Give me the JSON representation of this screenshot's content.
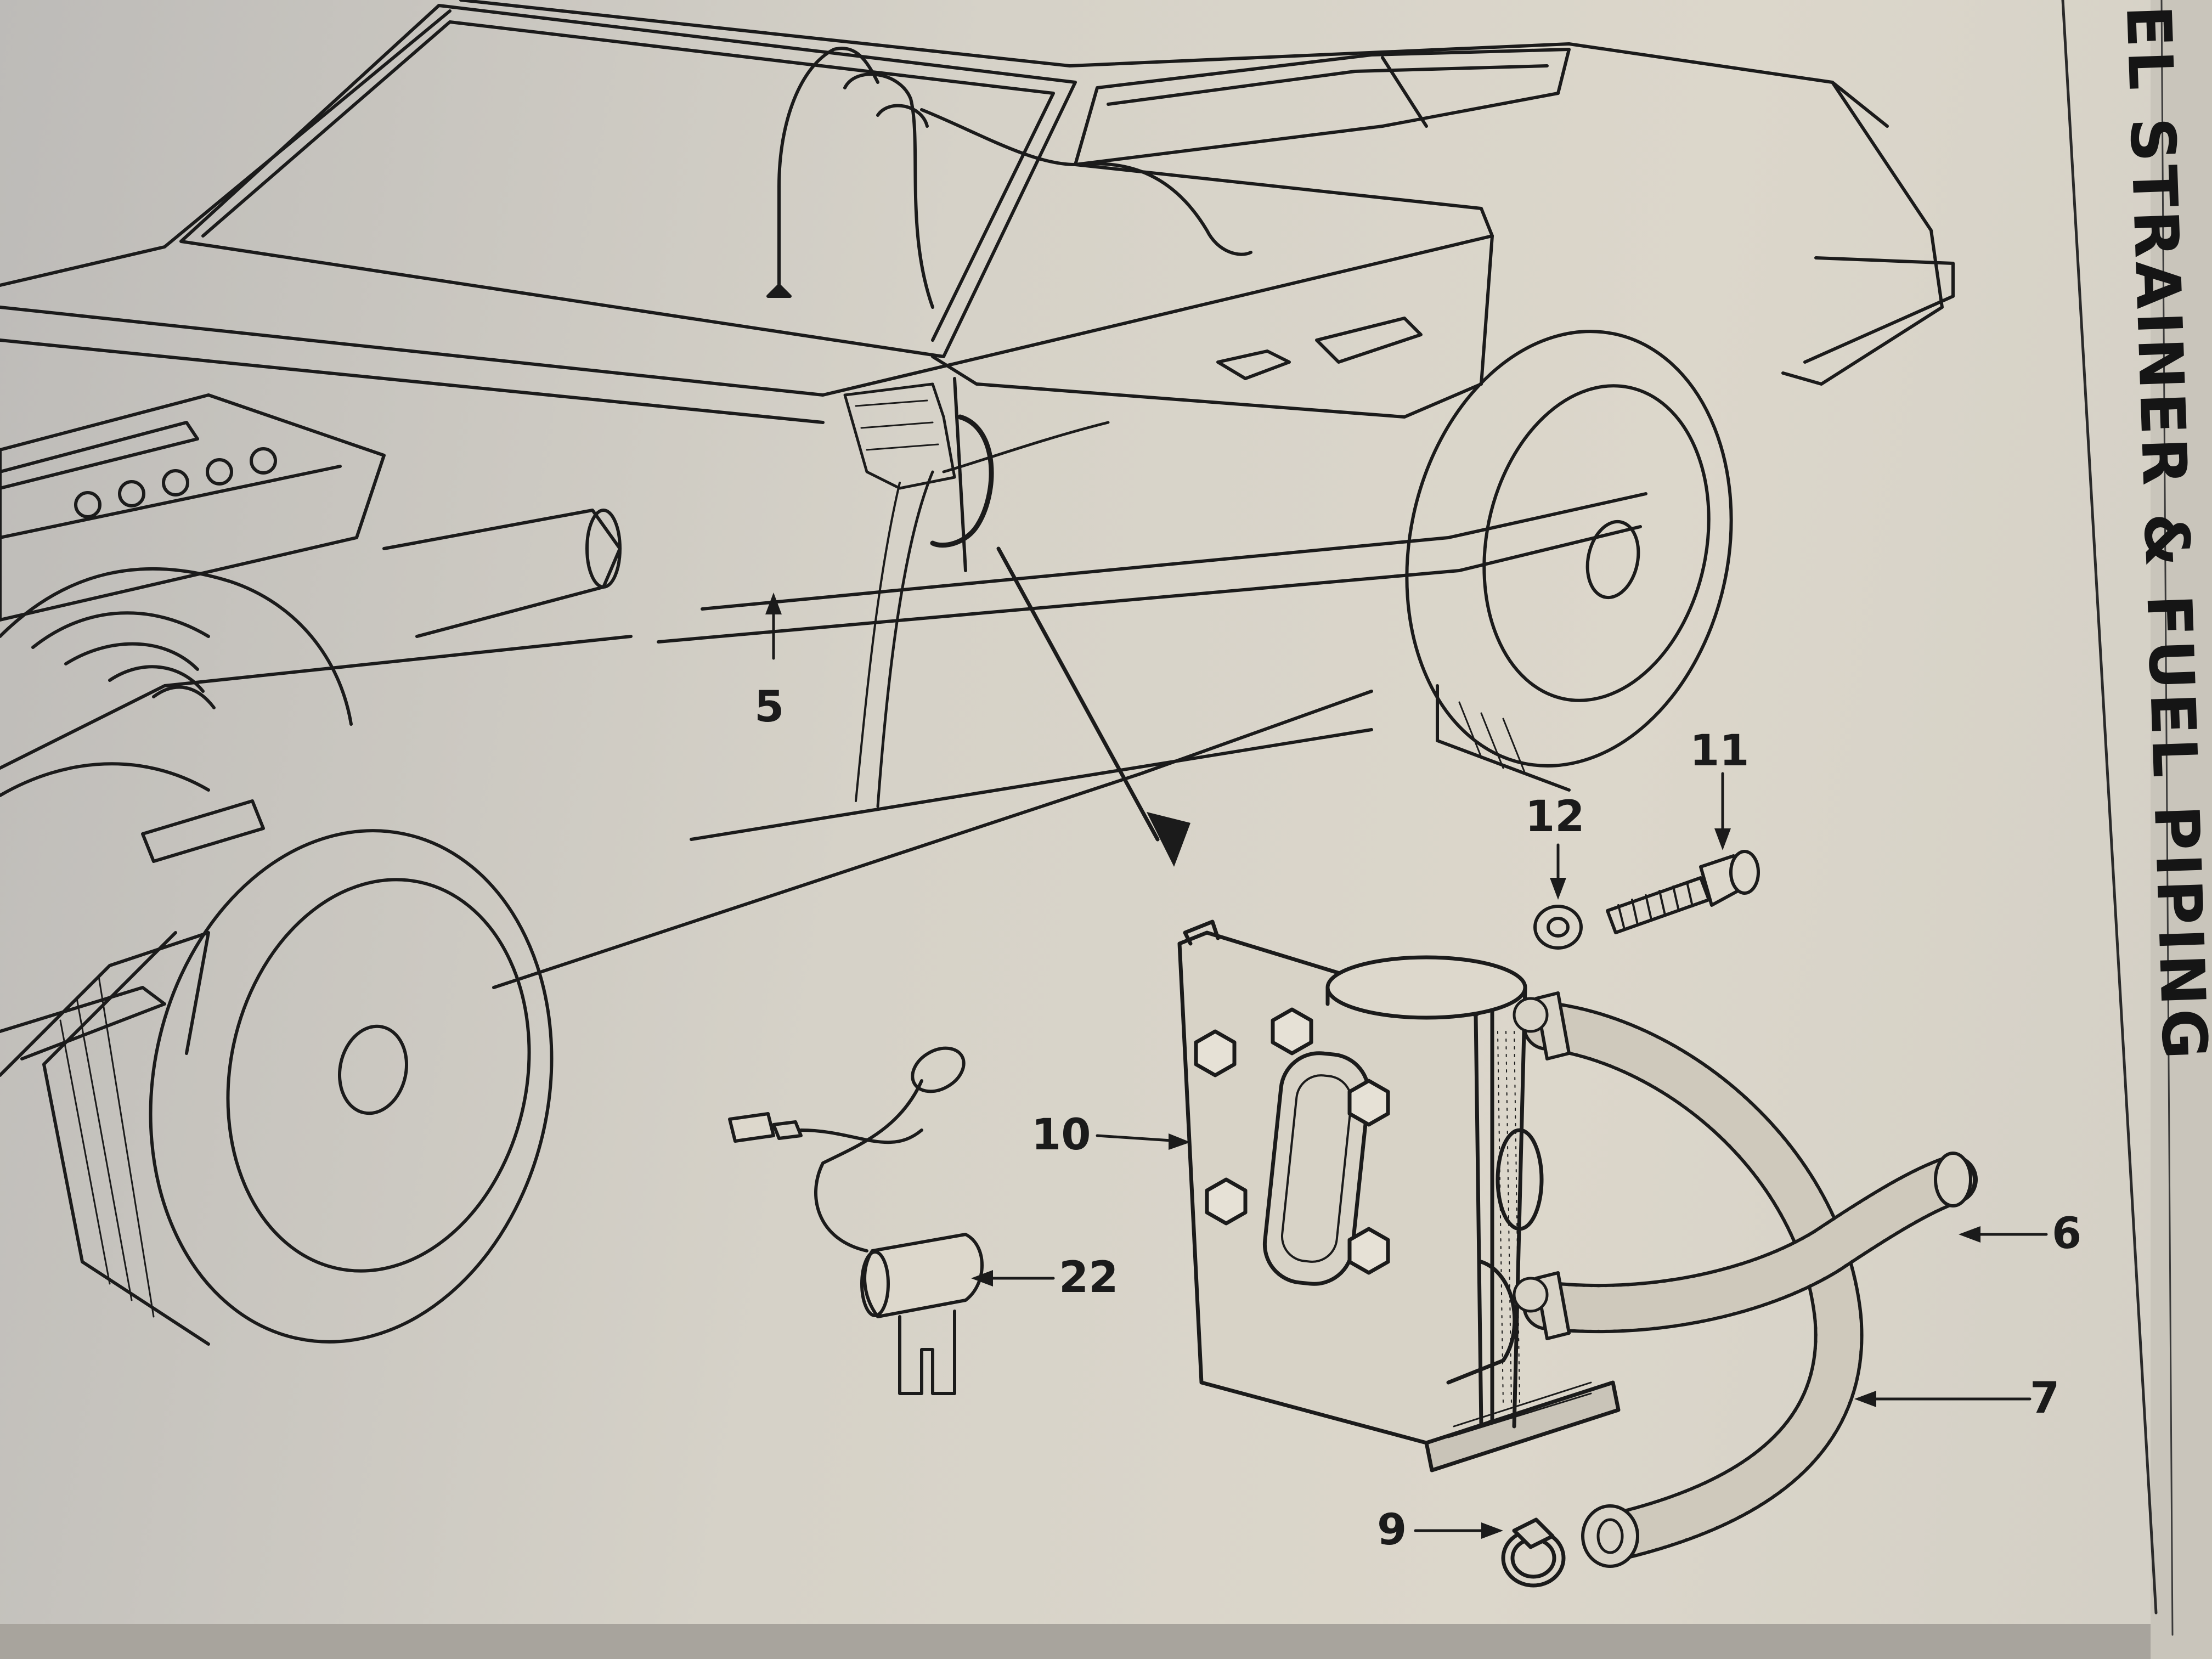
{
  "diagram": {
    "side_title": "EL STRAINER & FUEL PIPING",
    "callouts": [
      {
        "id": "5",
        "label": "5"
      },
      {
        "id": "6",
        "label": "6"
      },
      {
        "id": "7",
        "label": "7"
      },
      {
        "id": "9",
        "label": "9"
      },
      {
        "id": "10",
        "label": "10"
      },
      {
        "id": "11",
        "label": "11"
      },
      {
        "id": "12",
        "label": "12"
      },
      {
        "id": "22",
        "label": "22"
      }
    ]
  },
  "colors": {
    "ink": "#1b1b1b",
    "paper": "#dcd7cb",
    "page_edge": "#8f8c86"
  }
}
